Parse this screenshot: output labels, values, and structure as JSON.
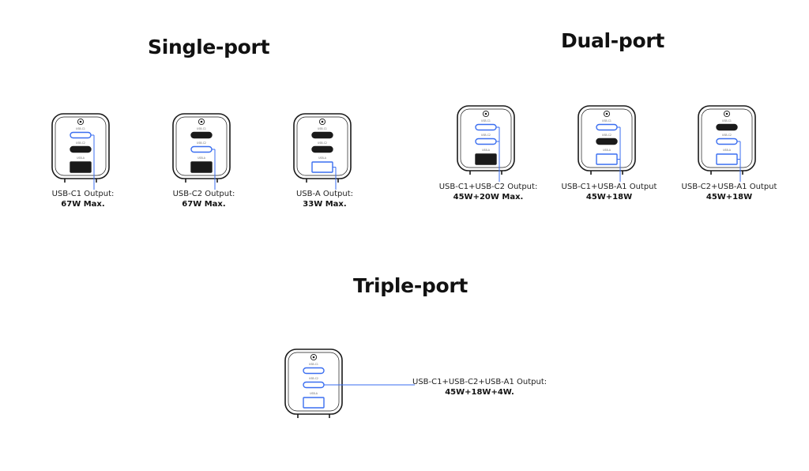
{
  "colors": {
    "accent": "#3a6ef0",
    "outline": "#1a1a1a",
    "port_dark": "#1a1a1a"
  },
  "icons": {
    "logo": "circular-logo-icon"
  },
  "port_labels": {
    "c1": "USB-C1",
    "c2": "USB-C2",
    "a": "USB-A"
  },
  "sections": {
    "single": {
      "title": "Single-port"
    },
    "dual": {
      "title": "Dual-port"
    },
    "triple": {
      "title": "Triple-port"
    }
  },
  "configs": [
    {
      "label": "USB-C1 Output:",
      "value": "67W Max.",
      "active": [
        "c1"
      ]
    },
    {
      "label": "USB-C2 Output:",
      "value": "67W Max.",
      "active": [
        "c2"
      ]
    },
    {
      "label": "USB-A Output:",
      "value": "33W Max.",
      "active": [
        "a"
      ]
    },
    {
      "label": "USB-C1+USB-C2 Output:",
      "value": "45W+20W Max.",
      "active": [
        "c1",
        "c2"
      ]
    },
    {
      "label": "USB-C1+USB-A1 Output",
      "value": "45W+18W",
      "active": [
        "c1",
        "a"
      ]
    },
    {
      "label": "USB-C2+USB-A1 Output",
      "value": "45W+18W",
      "active": [
        "c2",
        "a"
      ]
    },
    {
      "label": "USB-C1+USB-C2+USB-A1 Output:",
      "value": "45W+18W+4W.",
      "active": [
        "c1",
        "c2",
        "a"
      ]
    }
  ]
}
